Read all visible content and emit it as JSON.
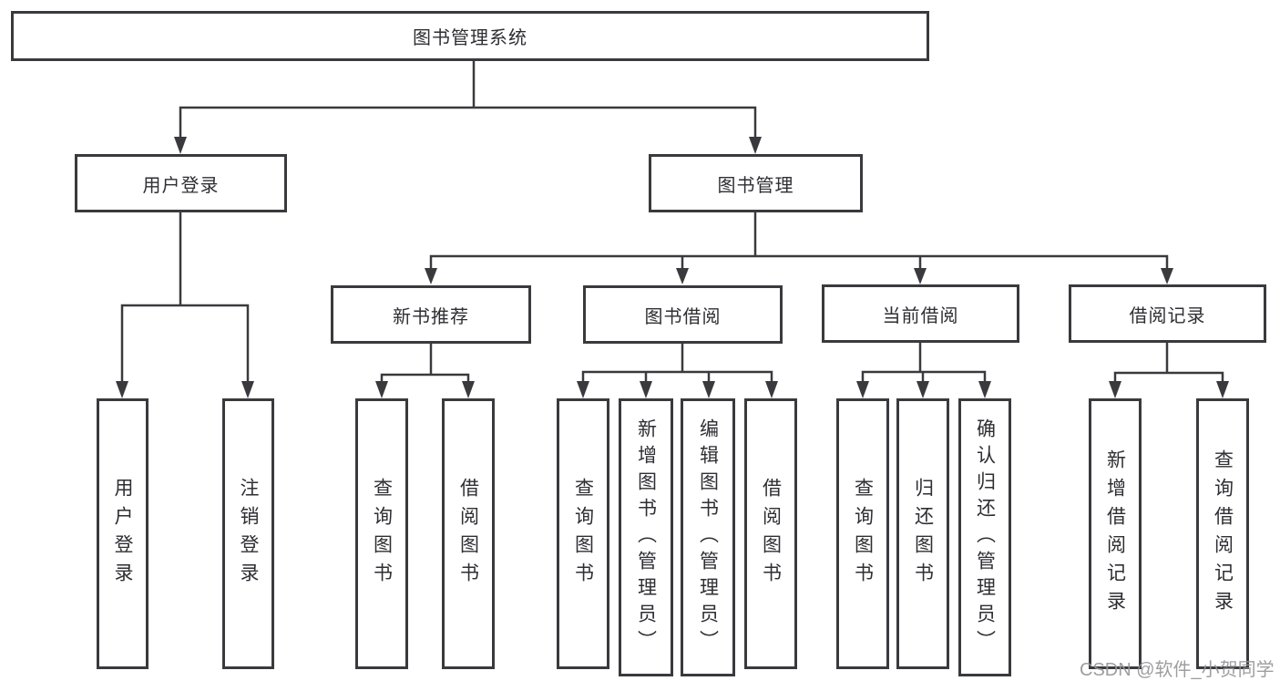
{
  "tree": {
    "label": "图书管理系统",
    "children": [
      {
        "label": "用户登录",
        "children": [
          {
            "label": "用户登录"
          },
          {
            "label": "注销登录"
          }
        ]
      },
      {
        "label": "图书管理",
        "children": [
          {
            "label": "新书推荐",
            "children": [
              {
                "label": "查询图书"
              },
              {
                "label": "借阅图书"
              }
            ]
          },
          {
            "label": "图书借阅",
            "children": [
              {
                "label": "查询图书"
              },
              {
                "label": "新增图书（管理员）"
              },
              {
                "label": "编辑图书（管理员）"
              },
              {
                "label": "借阅图书"
              }
            ]
          },
          {
            "label": "当前借阅",
            "children": [
              {
                "label": "查询图书"
              },
              {
                "label": "归还图书"
              },
              {
                "label": "确认归还（管理员）"
              }
            ]
          },
          {
            "label": "借阅记录",
            "children": [
              {
                "label": "新增借阅记录"
              },
              {
                "label": "查询借阅记录"
              }
            ]
          }
        ]
      }
    ]
  },
  "watermark": {
    "text": "CSDN @软件_小贺同学"
  },
  "colors": {
    "line": "#3a3a3e",
    "text": "#2e2e33",
    "background": "#ffffff",
    "watermark": "#969698"
  }
}
